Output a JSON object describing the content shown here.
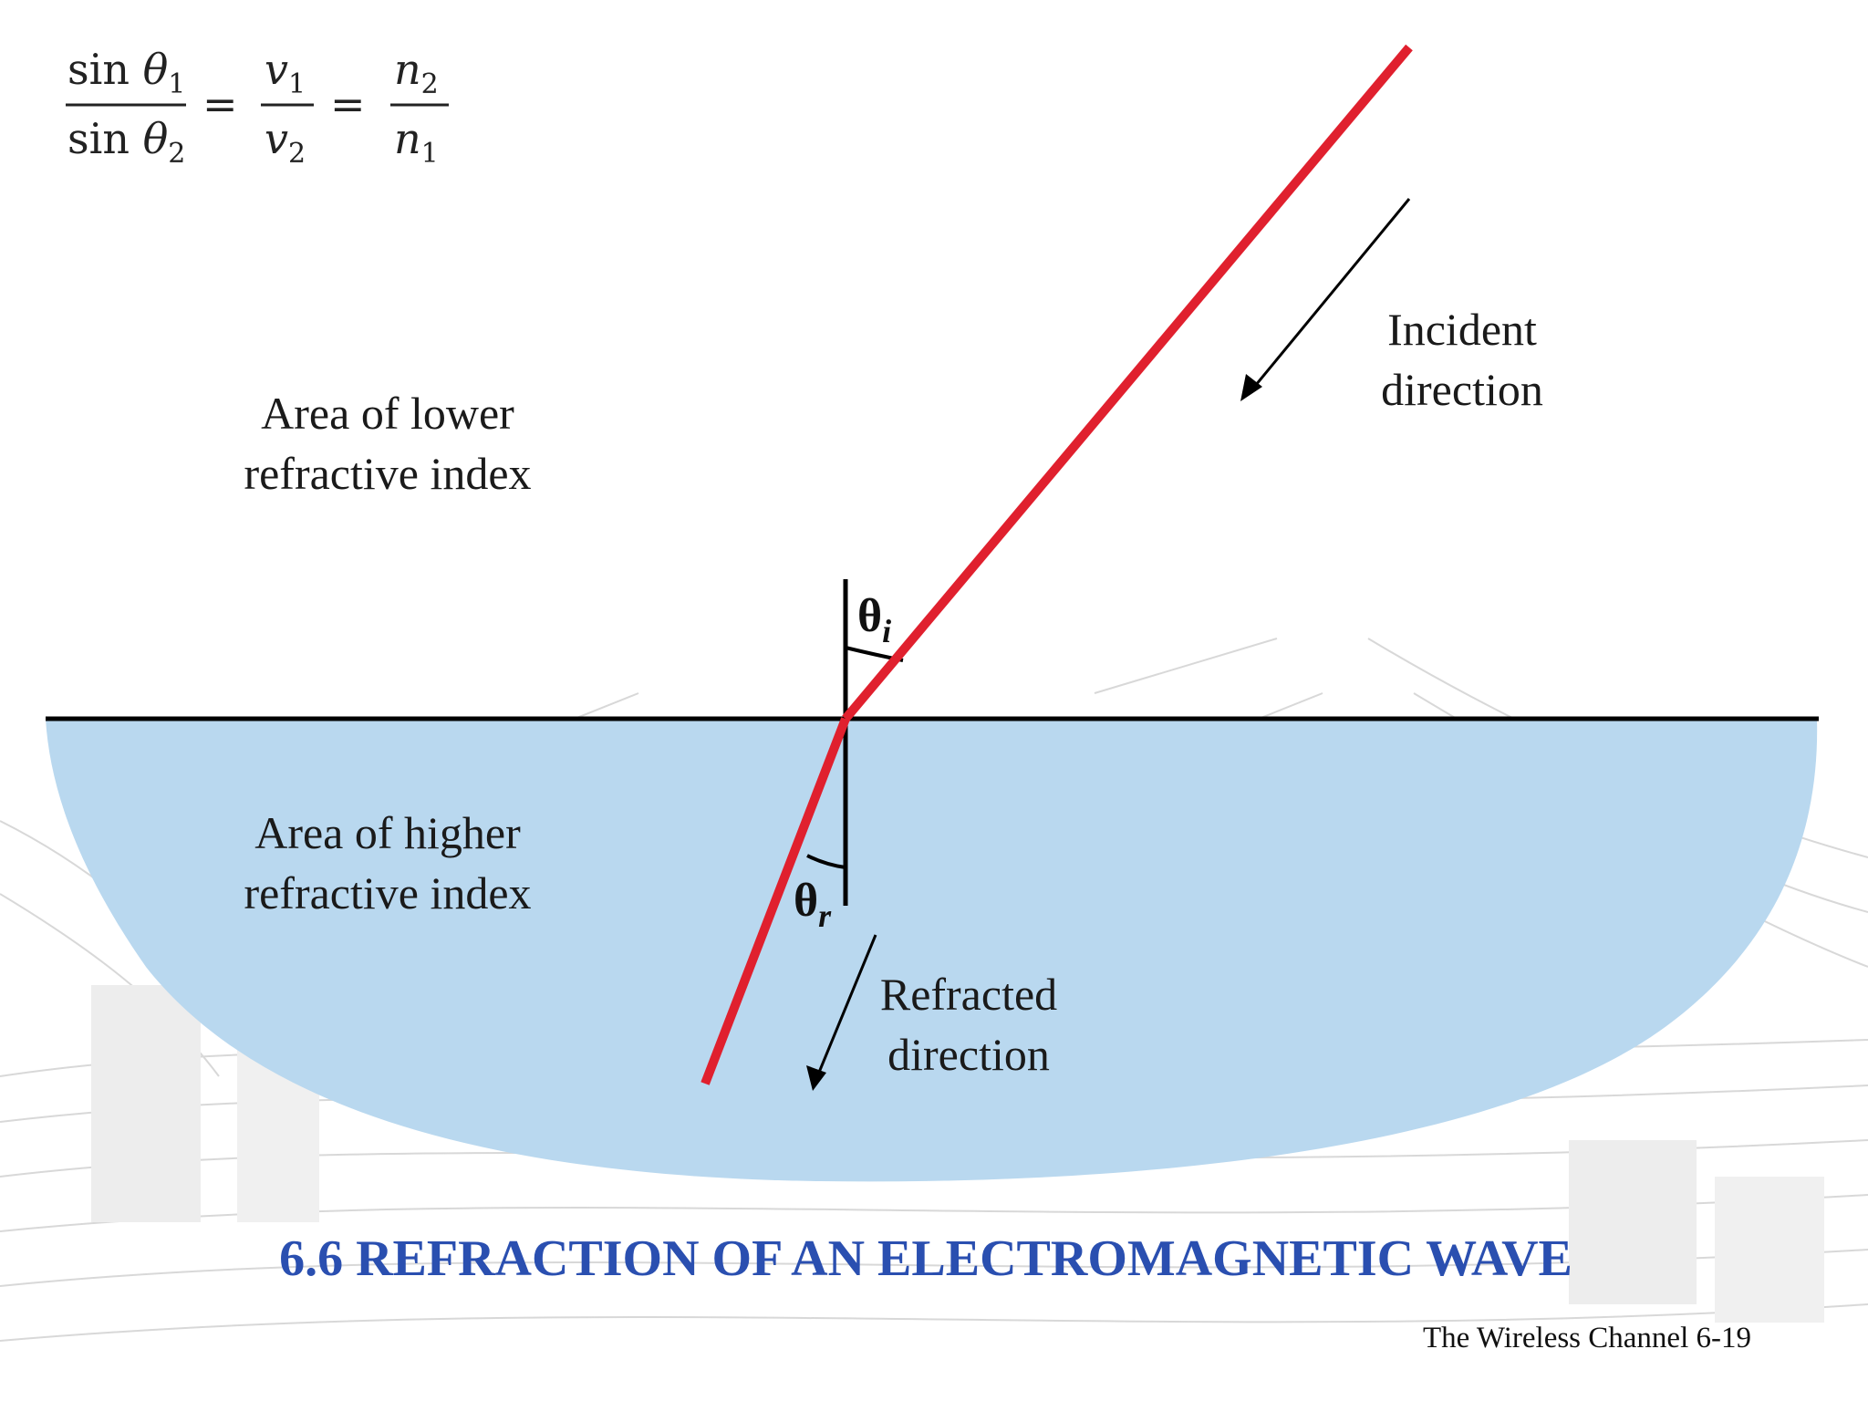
{
  "formula": {
    "n1_num": "sin",
    "n1_theta": "θ",
    "n1_sub": "1",
    "d1_num": "sin",
    "d1_theta": "θ",
    "d1_sub": "2",
    "v_top": "v",
    "v_top_sub": "1",
    "v_bot": "v",
    "v_bot_sub": "2",
    "n_top": "n",
    "n_top_sub": "2",
    "n_bot": "n",
    "n_bot_sub": "1",
    "equals": "="
  },
  "labels": {
    "lower_line1": "Area of lower",
    "lower_line2": "refractive index",
    "higher_line1": "Area of higher",
    "higher_line2": "refractive index",
    "incident_line1": "Incident",
    "incident_line2": "direction",
    "refracted_line1": "Refracted",
    "refracted_line2": "direction",
    "theta_i": "θ",
    "theta_i_sub": "i",
    "theta_r": "θ",
    "theta_r_sub": "r"
  },
  "title": "6.6 REFRACTION OF AN ELECTROMAGNETIC WAVE",
  "footer": "The Wireless Channel 6-19",
  "colors": {
    "ray": "#e0202e",
    "medium": "#b9d8ef",
    "title": "#2a4fb0",
    "background_sketch": "#d6d6d6"
  }
}
